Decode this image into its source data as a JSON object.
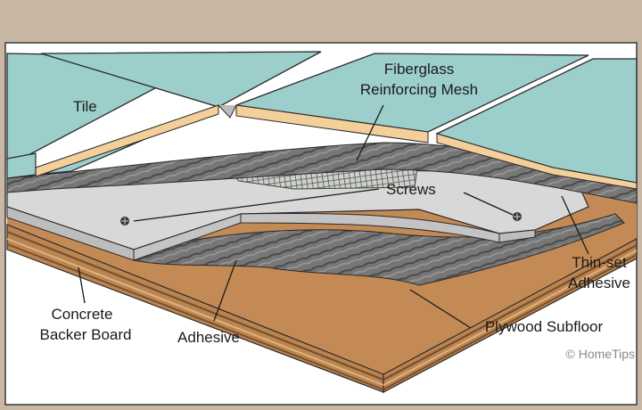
{
  "labels": {
    "tile": "Tile",
    "mesh_line1": "Fiberglass",
    "mesh_line2": "Reinforcing Mesh",
    "screws": "Screws",
    "thinset_line1": "Thin-set",
    "thinset_line2": "Adhesive",
    "backer_line1": "Concrete",
    "backer_line2": "Backer Board",
    "adhesive": "Adhesive",
    "plywood": "Plywood Subfloor"
  },
  "watermark": "© HomeTips",
  "colors": {
    "frame": "#c9b7a5",
    "tile": "#9ccfcb",
    "grout_edge": "#f5cf9a",
    "thinset": "#6e6e6e",
    "backer": "#d8d8d8",
    "plywood_top": "#b98552",
    "plywood_stripe": "#8a5a30",
    "adhesive": "#8b8b8b"
  }
}
